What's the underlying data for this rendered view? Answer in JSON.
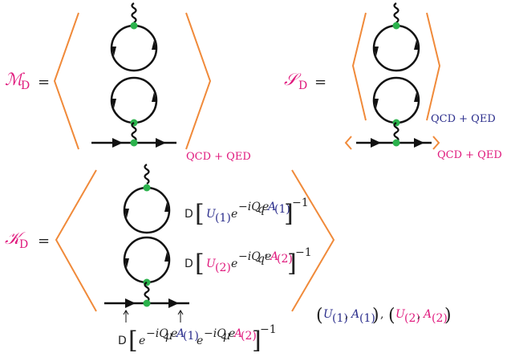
{
  "colors": {
    "bracket": "#f08a3a",
    "vertex": "#2bb24c",
    "line": "#111111",
    "magenta": "#e0197d",
    "blue": "#2b2e8c"
  },
  "M": {
    "symbol": "ℳ",
    "sub": "D",
    "equals": "=",
    "subscript_label": "QCD + QED"
  },
  "S": {
    "symbol": "𝒮",
    "sub": "D",
    "equals": "=",
    "outer_label": "QCD + QED",
    "inner_label": "QCD + QED"
  },
  "K": {
    "symbol": "𝒦",
    "sub": "D",
    "equals": "=",
    "factor1": {
      "D": "D",
      "U": "U",
      "U_sub": "(1)",
      "e": "e",
      "exp": "−iQ",
      "exp_sub": "q",
      "e2": "e",
      "A": "A",
      "A_sub": "(1)",
      "power": "−1"
    },
    "factor2": {
      "D": "D",
      "U": "U",
      "U_sub": "(2)",
      "e": "e",
      "exp": "−iQ",
      "exp_sub": "q′",
      "e2": "e",
      "A": "A",
      "A_sub": "(2)",
      "power": "−1"
    },
    "factor3": {
      "D": "D",
      "e1": "e",
      "exp1": "−iQ",
      "exp1_sub": "μ",
      "e1b": "e",
      "A1": "A",
      "A1_sub": "(1)",
      "e2": "e",
      "exp2": "−iQ",
      "exp2_sub": "μ",
      "e2b": "e",
      "A2": "A",
      "A2_sub": "(2)",
      "power": "−1"
    },
    "ensemble_label": {
      "U1": "U",
      "U1_sub": "(1)",
      "A1": "A",
      "A1_sub": "(1)",
      "U2": "U",
      "U2_sub": "(2)",
      "A2": "A",
      "A2_sub": "(2)"
    }
  }
}
